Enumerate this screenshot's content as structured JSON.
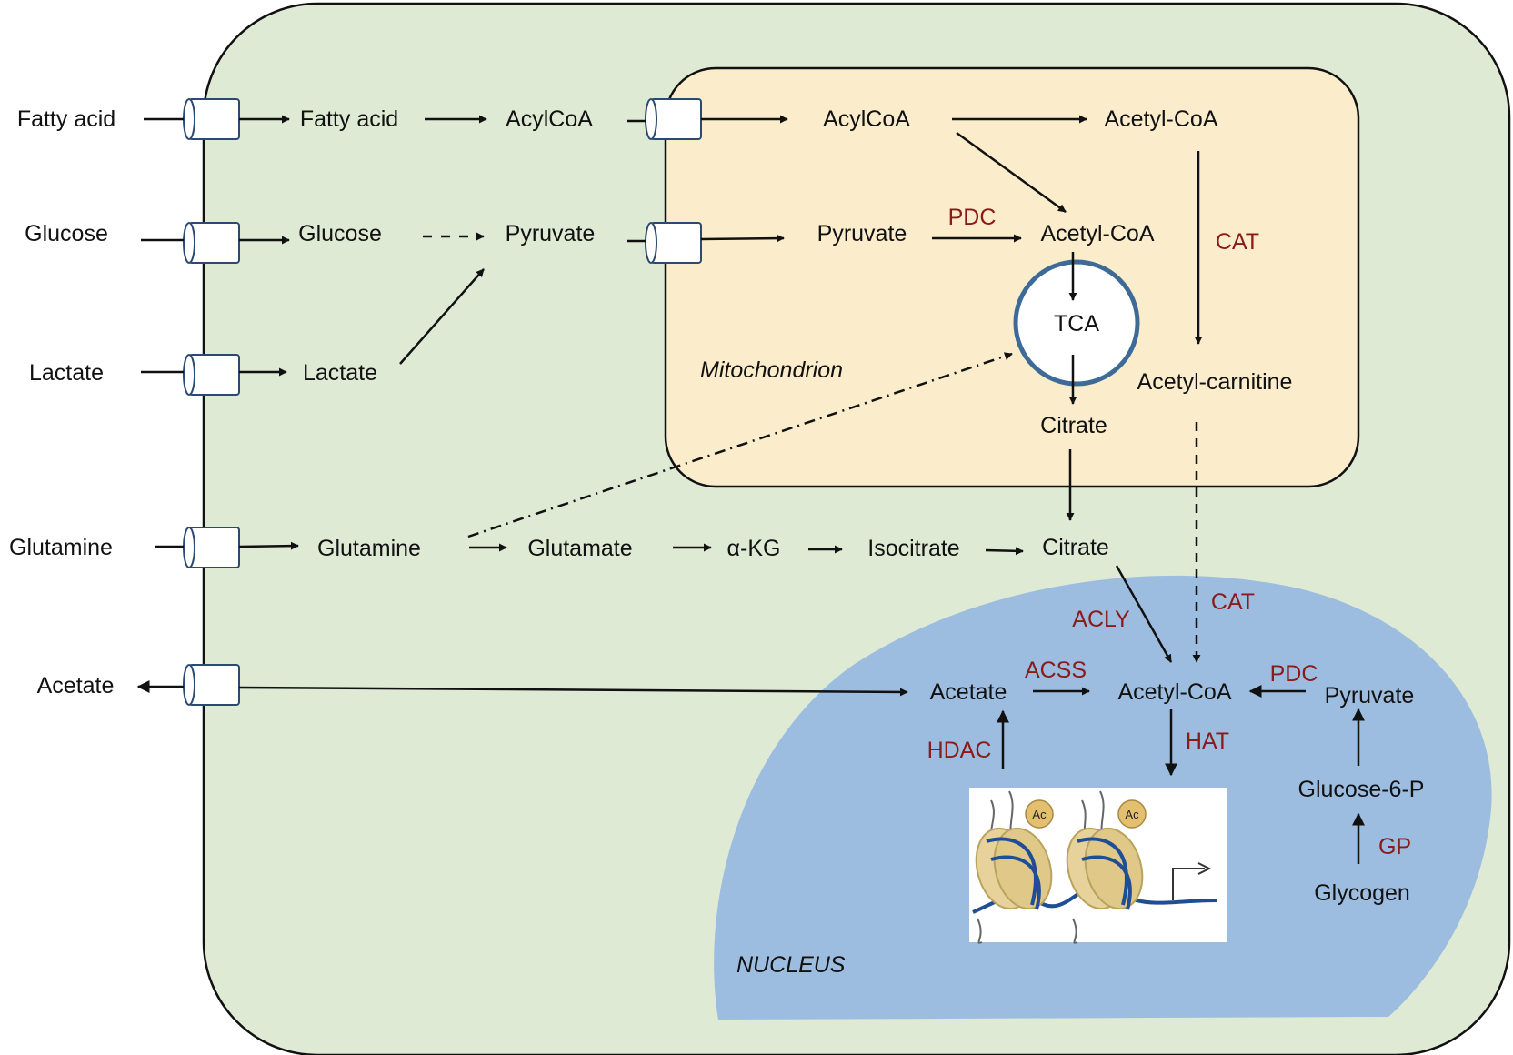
{
  "colors": {
    "cell_fill": "#dfead5",
    "mito_fill": "#fbedcb",
    "nucleus_fill": "#9dbde0",
    "enzyme": "#8b1a1a",
    "line": "#111111",
    "transporter_stroke": "#2b4a6f",
    "tca_stroke": "#3d6a96"
  },
  "compartments": {
    "mitochondrion": "Mitochondrion",
    "nucleus": "NUCLEUS",
    "tca": "TCA"
  },
  "extracellular": {
    "fatty_acid": "Fatty acid",
    "glucose": "Glucose",
    "lactate": "Lactate",
    "glutamine": "Glutamine",
    "acetate": "Acetate"
  },
  "cytoplasm": {
    "fatty_acid": "Fatty acid",
    "acylcoa": "AcylCoA",
    "glucose": "Glucose",
    "pyruvate": "Pyruvate",
    "lactate": "Lactate",
    "glutamine": "Glutamine",
    "glutamate": "Glutamate",
    "akg": "α-KG",
    "isocitrate": "Isocitrate",
    "citrate": "Citrate"
  },
  "mitochondria_nodes": {
    "acylcoa": "AcylCoA",
    "acetylcoa_top": "Acetyl-CoA",
    "pyruvate": "Pyruvate",
    "acetylcoa": "Acetyl-CoA",
    "citrate": "Citrate",
    "acetyl_carnitine": "Acetyl-carnitine"
  },
  "nucleus_nodes": {
    "acetate": "Acetate",
    "acetylcoa": "Acetyl-CoA",
    "pyruvate": "Pyruvate",
    "glucose6p": "Glucose-6-P",
    "glycogen": "Glycogen",
    "acetyl_mark": "Ac"
  },
  "enzymes": {
    "pdc_mito": "PDC",
    "cat_mito": "CAT",
    "cat_nuc": "CAT",
    "acly": "ACLY",
    "acss": "ACSS",
    "pdc_nuc": "PDC",
    "hdac": "HDAC",
    "hat": "HAT",
    "gp": "GP"
  }
}
